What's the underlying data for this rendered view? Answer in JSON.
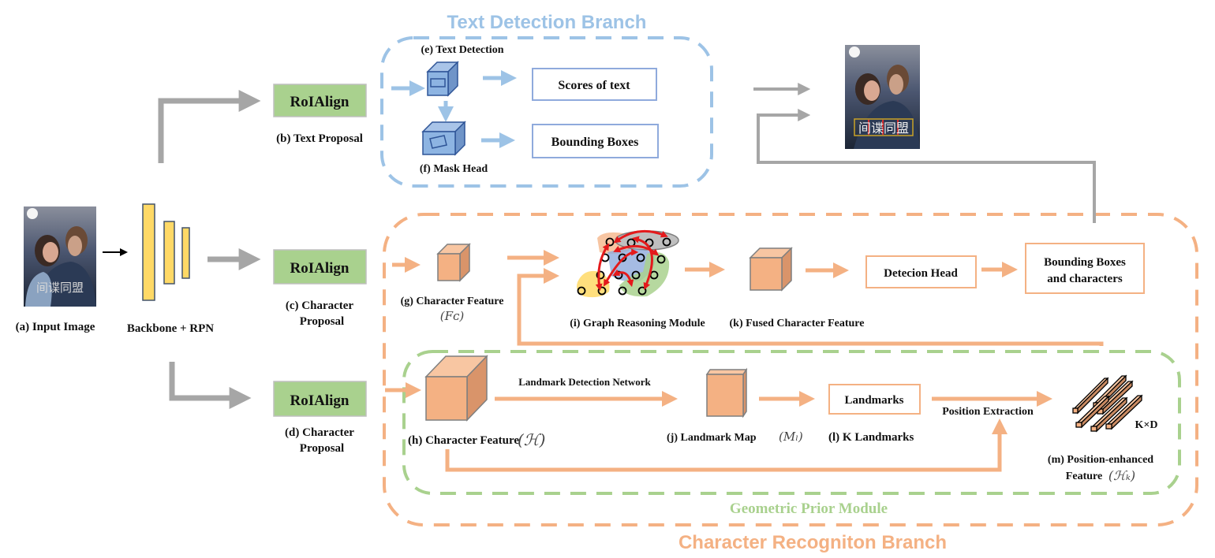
{
  "colors": {
    "blue_accent": "#9dc3e6",
    "orange_accent": "#f4b183",
    "green_accent": "#a9d18e",
    "gray_arrow": "#a6a6a6",
    "roialign_fill": "#a9d18e",
    "backbone_fill": "#ffd966",
    "backbone_stroke": "#44546a",
    "cube_blue": "#8db4e2",
    "cube_orange": "#f4b183",
    "graph_edge_red": "#e41a1c"
  },
  "branches": {
    "text_detection": "Text Detection Branch",
    "character_recognition": "Character Recogniton Branch",
    "geometric_prior": "Geometric Prior Module"
  },
  "input": {
    "caption": "(a) Input Image",
    "overlay_text": "间谍同盟"
  },
  "backbone": {
    "caption": "Backbone + RPN"
  },
  "roialign": {
    "label": "RoIAlign",
    "b_caption": "(b) Text Proposal",
    "c_caption_line1": "(c) Character",
    "c_caption_line2": "Proposal",
    "d_caption_line1": "(d) Character",
    "d_caption_line2": "Proposal"
  },
  "text_branch": {
    "e_caption": "(e) Text Detection",
    "f_caption": "(f) Mask Head",
    "scores_box": "Scores of text",
    "bbox_box": "Bounding Boxes"
  },
  "char_branch": {
    "g_caption": "(g) Character Feature",
    "g_math": "(Fᴄ)",
    "i_caption": "(i) Graph Reasoning Module",
    "k_caption": "(k) Fused  Character Feature",
    "detection_head": "Detecion Head",
    "output_line1": "Bounding Boxes",
    "output_line2": "and characters"
  },
  "geo_module": {
    "h_caption": "(h) Character Feature",
    "h_math": "(ℋ)",
    "landmark_net": "Landmark Detection Network",
    "j_caption": "(j) Landmark Map",
    "j_math": "(Mₗ)",
    "landmarks_box": "Landmarks",
    "l_caption": "(l) K Landmarks",
    "position_extraction": "Position Extraction",
    "kxd": "K×D",
    "m_caption_line1": "(m) Position-enhanced",
    "m_caption_line2": "Feature",
    "m_math": "(ℋₖ)"
  },
  "output_image": {
    "overlay_text": "间谍同盟"
  }
}
